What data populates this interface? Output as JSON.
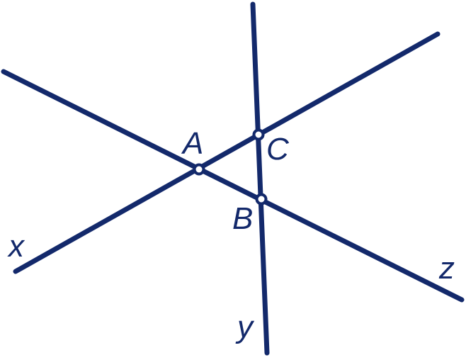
{
  "diagram": {
    "stroke_color": "#13296b",
    "background": "#ffffff",
    "lines": [
      {
        "name": "x",
        "label": "x"
      },
      {
        "name": "y",
        "label": "y"
      },
      {
        "name": "z",
        "label": "z"
      }
    ],
    "points": [
      {
        "name": "A",
        "label": "A",
        "on_lines": [
          "x",
          "z"
        ]
      },
      {
        "name": "B",
        "label": "B",
        "on_lines": [
          "y",
          "z"
        ]
      },
      {
        "name": "C",
        "label": "C",
        "on_lines": [
          "x",
          "y"
        ]
      }
    ]
  }
}
